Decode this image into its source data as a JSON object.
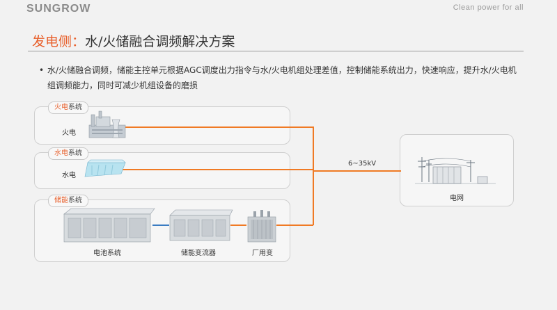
{
  "header": {
    "logo": "SUNGROW",
    "tagline": "Clean power for all"
  },
  "title": {
    "accent": "发电侧：",
    "rest": "水/火储融合调频解决方案"
  },
  "bullet": {
    "dot": "•",
    "text": "水/火储融合调频，储能主控单元根据AGC调度出力指令与水/火电机组处理差值，控制储能系统出力，快速响应，提升水/火电机组调频能力，同时可减少机组设备的磨损"
  },
  "diagram": {
    "thermal_system": {
      "tag_accent": "火电",
      "tag_rest": "系统",
      "label": "火电"
    },
    "hydro_system": {
      "tag_accent": "水电",
      "tag_rest": "系统",
      "label": "水电"
    },
    "storage_system": {
      "tag_accent": "储能",
      "tag_rest": "系统",
      "battery_label": "电池系统",
      "converter_label": "储能变流器",
      "transformer_label": "厂用变"
    },
    "grid": {
      "label": "电网"
    },
    "voltage_label": "6~35kV"
  },
  "colors": {
    "accent": "#e8602c",
    "line_orange": "#f07a24",
    "line_blue": "#3a7cc2"
  }
}
